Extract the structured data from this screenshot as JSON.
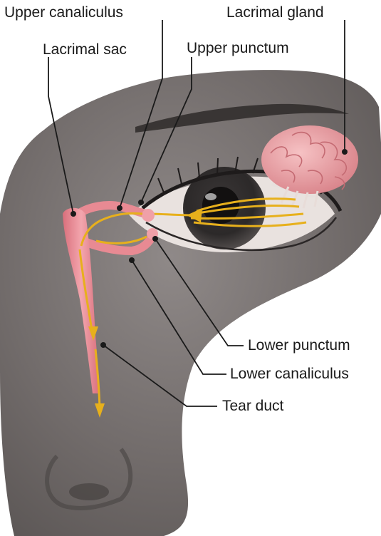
{
  "labels": {
    "upper_canaliculus": "Upper canaliculus",
    "lacrimal_gland": "Lacrimal gland",
    "lacrimal_sac": "Lacrimal sac",
    "upper_punctum": "Upper punctum",
    "lower_punctum": "Lower punctum",
    "lower_canaliculus": "Lower canaliculus",
    "tear_duct": "Tear duct"
  },
  "colors": {
    "skin": "#6f6968",
    "skin_highlight": "#8e8887",
    "eyebrow": "#2c2827",
    "gland": "#e8a0a4",
    "duct": "#e88a93",
    "tear_arrow": "#e7b01c",
    "iris": "#4a4645",
    "pupil": "#121010",
    "leader_line": "#1a1a1a"
  }
}
